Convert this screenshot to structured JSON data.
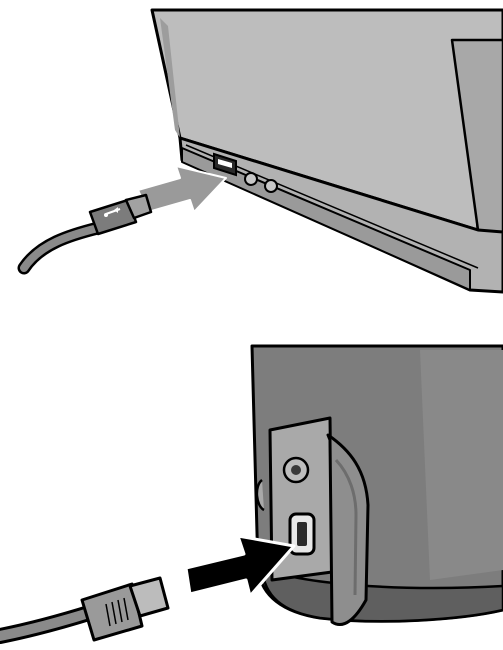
{
  "figure": {
    "panels": [
      {
        "id": "laptop",
        "subject": "laptop-computer",
        "connector": "usb-a-plug",
        "port": "usb-port",
        "action": "insert-arrow"
      },
      {
        "id": "camera",
        "subject": "camera-body",
        "connector": "usb-b-mini-plug",
        "port": "usb-mini-port",
        "action": "insert-arrow"
      }
    ],
    "colors": {
      "device_body": "#808080",
      "device_dark": "#5f5f5f",
      "device_light": "#a9a9a9",
      "screen": "#bdbdbd",
      "cable": "#8a8a8a",
      "outline": "#000000",
      "arrow": "#000000",
      "arrow_light": "#9a9a9a"
    }
  }
}
